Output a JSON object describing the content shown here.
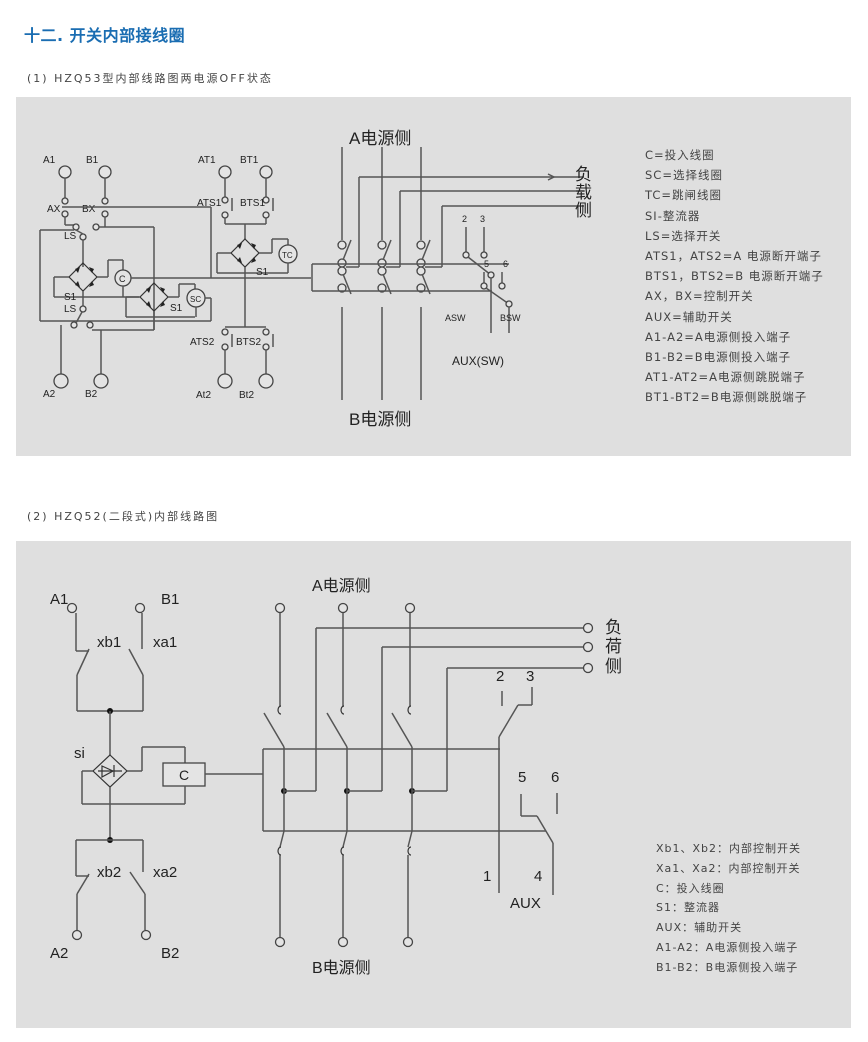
{
  "heading": "十二. 开关内部接线圈",
  "section1": {
    "title": "(1) HZQ53型内部线路图两电源OFF状态",
    "labels": {
      "a1": "A1",
      "b1": "B1",
      "ax": "AX",
      "bx": "BX",
      "ls_top": "LS",
      "ls_bottom": "LS",
      "s1_a": "S1",
      "s1_b": "S1",
      "s1_c": "S1",
      "c": "C",
      "sc": "SC",
      "tc": "TC",
      "at1": "AT1",
      "bt1": "BT1",
      "ats1": "ATS1",
      "bts1": "BTS1",
      "ats2": "ATS2",
      "bts2": "BTS2",
      "a2": "A2",
      "b2": "B2",
      "at2": "At2",
      "bt2": "Bt2",
      "a_side": "A电源侧",
      "b_side": "B电源侧",
      "load_side": [
        "负",
        "载",
        "侧"
      ],
      "n2": "2",
      "n3": "3",
      "n5": "5",
      "n6": "6",
      "asw": "ASW",
      "bsw": "BSW",
      "aux": "AUX(SW)"
    },
    "legend": [
      "C=投入线圈",
      "SC=选择线圈",
      "TC=跳闸线圈",
      "SI-整流器",
      "LS=选择开关",
      "ATS1，ATS2=A 电源断开端子",
      "BTS1，BTS2=B 电源断开端子",
      "AX，BX=控制开关",
      "AUX=辅助开关",
      "A1-A2=A电源侧投入端子",
      "B1-B2=B电源侧投入端子",
      "AT1-AT2=A电源侧跳脱端子",
      "BT1-BT2=B电源侧跳脱端子"
    ]
  },
  "section2": {
    "title": "(2) HZQ52(二段式)内部线路图",
    "labels": {
      "a1": "A1",
      "b1": "B1",
      "xb1": "xb1",
      "xa1": "xa1",
      "si": "si",
      "c": "C",
      "xb2": "xb2",
      "xa2": "xa2",
      "a2": "A2",
      "b2": "B2",
      "a_side": "A电源侧",
      "b_side": "B电源侧",
      "load_side": [
        "负",
        "荷",
        "侧"
      ],
      "n1": "1",
      "n2": "2",
      "n3": "3",
      "n4": "4",
      "n5": "5",
      "n6": "6",
      "aux": "AUX"
    },
    "legend": [
      "Xb1、Xb2：内部控制开关",
      "Xa1、Xa2：内部控制开关",
      "C：投入线圈",
      "S1：整流器",
      "AUX：辅助开关",
      "A1-A2：A电源侧投入端子",
      "B1-B2：B电源侧投入端子"
    ]
  },
  "colors": {
    "heading": "#1a6db2",
    "panel": "#dfdfdf",
    "wire": "#555555"
  }
}
